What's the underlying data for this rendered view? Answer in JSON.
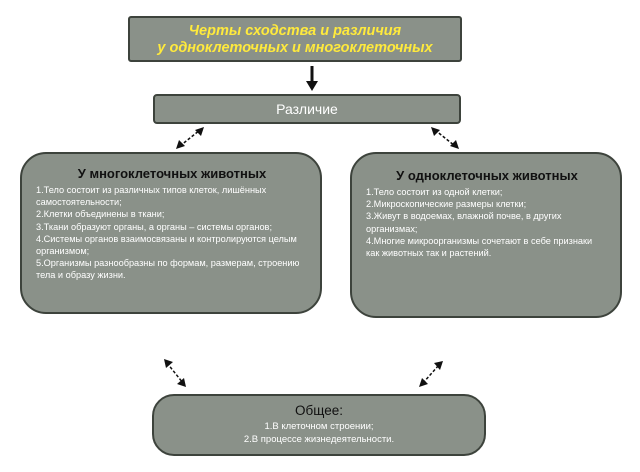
{
  "title": {
    "line1": "Черты сходства и различия",
    "line2": "у одноклеточных и многоклеточных"
  },
  "difference": {
    "label": "Различие"
  },
  "multicellular": {
    "heading": "У многоклеточных животных",
    "items": [
      "1.Тело состоит из различных типов клеток, лишённых самостоятельности;",
      "2.Клетки объединены в ткани;",
      "3.Ткани образуют органы, а органы – системы органов;",
      "4.Системы органов взаимосвязаны и контролируются целым организмом;",
      "5.Организмы разнообразны по формам, размерам, строению тела и образу жизни."
    ]
  },
  "unicellular": {
    "heading": "У одноклеточных животных",
    "items": [
      "1.Тело состоит из одной клетки;",
      "2.Микроскопические размеры клетки;",
      "3.Живут в водоемах, влажной почве, в других организмах;",
      "4.Многие микроорганизмы сочетают в себе признаки как животных так и растений."
    ]
  },
  "common": {
    "heading": "Общее:",
    "items": [
      "1.В клеточном строении;",
      "2.В процессе жизнедеятельности."
    ]
  },
  "colors": {
    "box_fill": "#8a9189",
    "box_border": "#3d433c",
    "title_text": "#ffea3c",
    "heading_text": "#111111",
    "body_text": "#ffffff"
  },
  "icons": [
    "down-arrow-icon",
    "double-arrow-icon"
  ]
}
